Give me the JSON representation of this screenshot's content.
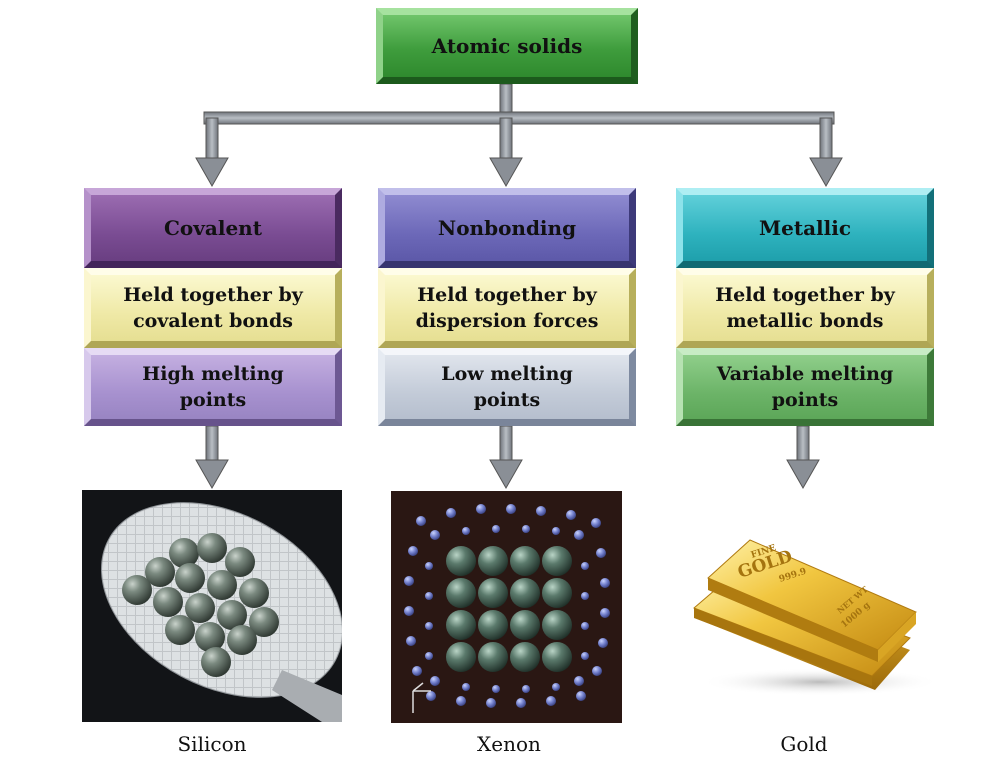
{
  "root": {
    "label": "Atomic solids"
  },
  "columns": [
    {
      "category": "Covalent",
      "desc_line1": "Held together by",
      "desc_line2": "covalent bonds",
      "prop_line1": "High melting",
      "prop_line2": "points",
      "caption": "Silicon"
    },
    {
      "category": "Nonbonding",
      "desc_line1": "Held together by",
      "desc_line2": "dispersion forces",
      "prop_line1": "Low melting",
      "prop_line2": "points",
      "caption": "Xenon"
    },
    {
      "category": "Metallic",
      "desc_line1": "Held together by",
      "desc_line2": "metallic bonds",
      "prop_line1": "Variable melting",
      "prop_line2": "points",
      "caption": "Gold"
    }
  ],
  "gold_bar": {
    "line1": "FINE",
    "line2": "GOLD",
    "line3": "999.9",
    "line4": "NET WT",
    "line5": "1000 g"
  },
  "colors": {
    "connector": "#8a8f96",
    "root": "#3f9d3d",
    "covalent": "#7a4c93",
    "nonbonding": "#6c68b8",
    "metallic": "#2eb2be"
  }
}
